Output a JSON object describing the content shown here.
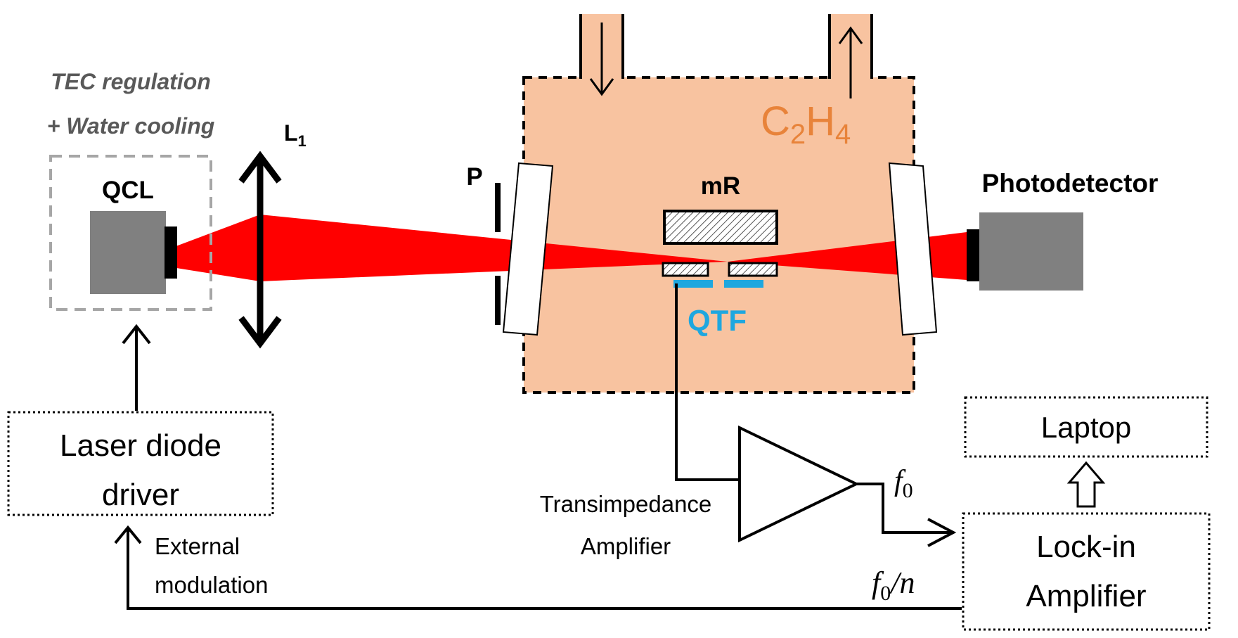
{
  "colors": {
    "chamber_fill": "#F8C3A0",
    "beam": "#FF0000",
    "gas_label": "#E8833A",
    "qtf": "#1EA7DF",
    "device_gray": "#808080",
    "dashed_gray": "#A6A6A6",
    "tec_text": "#595959"
  },
  "labels": {
    "tec_line1": "TEC regulation",
    "tec_line2": "+ Water cooling",
    "qcl": "QCL",
    "lens_main": "L",
    "lens_sub": "1",
    "polarizer": "P",
    "gas_c": "C",
    "gas_sub2": "2",
    "gas_h": "H",
    "gas_sub4": "4",
    "mr": "mR",
    "qtf": "QTF",
    "photodetector": "Photodetector",
    "laser_driver_line1": "Laser diode",
    "laser_driver_line2": "driver",
    "external_line1": "External",
    "external_line2": "modulation",
    "tia_line1": "Transimpedance",
    "tia_line2": "Amplifier",
    "f0_main": "f",
    "f0_sub": "0",
    "f0n_main": "f",
    "f0n_sub": "0",
    "f0n_rest": "/n",
    "laptop": "Laptop",
    "lockin_line1": "Lock-in",
    "lockin_line2": "Amplifier"
  }
}
